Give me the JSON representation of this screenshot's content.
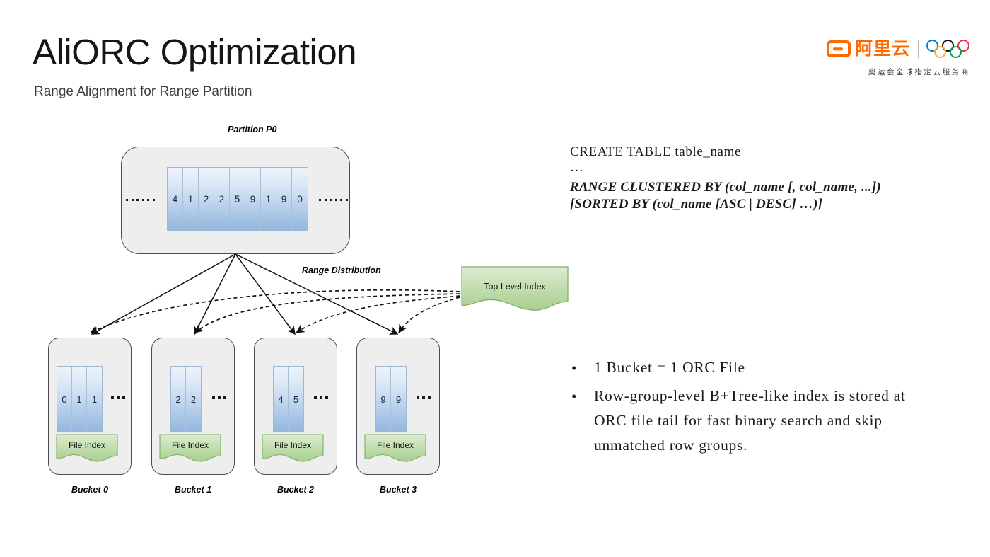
{
  "header": {
    "title": "AliORC Optimization",
    "subtitle": "Range Alignment for Range Partition"
  },
  "logo": {
    "brand_cn": "阿里云",
    "caption": "奥运会全球指定云服务商",
    "brand_color": "#ff6a00",
    "ring_colors": [
      "#0081c8",
      "#111111",
      "#ee334e",
      "#fcb131",
      "#00a651"
    ]
  },
  "diagram": {
    "partition_label": "Partition P0",
    "range_distribution_label": "Range Distribution",
    "partition_cells": [
      "4",
      "1",
      "2",
      "2",
      "5",
      "9",
      "1",
      "9",
      "0"
    ],
    "left_ellipsis": "......",
    "right_ellipsis": "......",
    "top_level_index_label": "Top Level Index",
    "file_index_label": "File Index",
    "cell_gradient_top": "#edf3fb",
    "cell_gradient_bottom": "#93b7dd",
    "index_green_top": "#dcecd0",
    "index_green_bottom": "#a8ce8e",
    "panel_fill": "#eeeeee",
    "buckets": [
      {
        "label": "Bucket 0",
        "cells": [
          "0",
          "1",
          "1"
        ],
        "index_label": "File Index"
      },
      {
        "label": "Bucket 1",
        "cells": [
          "2",
          "2"
        ],
        "index_label": "File Index"
      },
      {
        "label": "Bucket 2",
        "cells": [
          "4",
          "5"
        ],
        "index_label": "File Index"
      },
      {
        "label": "Bucket 3",
        "cells": [
          "9",
          "9"
        ],
        "index_label": "File Index"
      }
    ]
  },
  "code": {
    "line1": "CREATE TABLE table_name",
    "line2": "…",
    "line3": "RANGE CLUSTERED BY (col_name [, col_name, ...])",
    "line4": "[SORTED BY (col_name [ASC | DESC] …)]"
  },
  "bullets": {
    "marker": "•",
    "items": [
      "1 Bucket = 1 ORC File",
      "Row-group-level B+Tree-like index is stored at ORC file tail for fast binary search and skip unmatched row groups."
    ]
  }
}
